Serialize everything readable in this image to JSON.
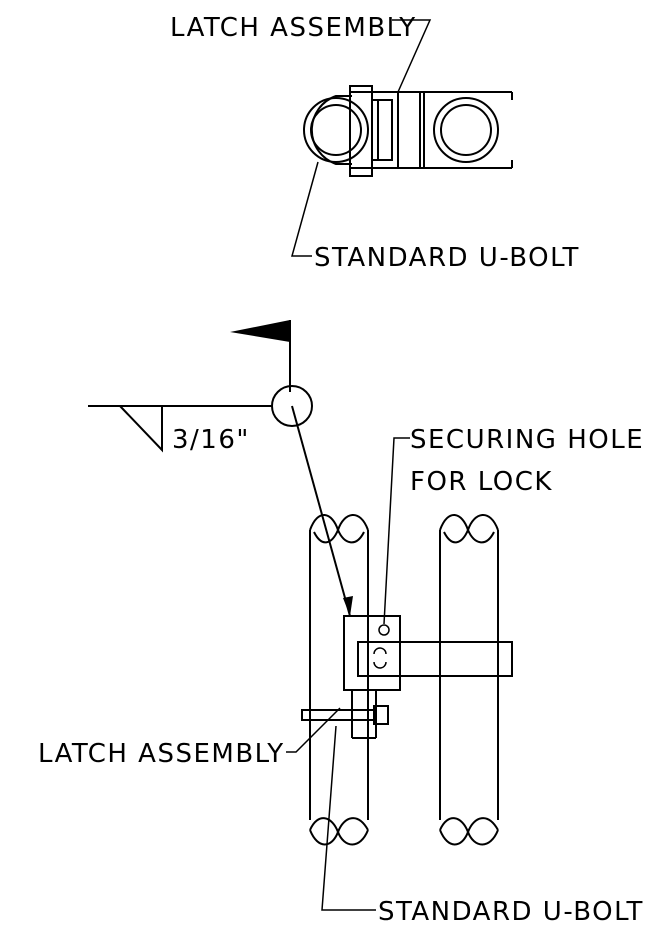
{
  "labels": {
    "top_latch": "LATCH ASSEMBLY",
    "top_ubolt": "STANDARD U-BOLT",
    "weld_size": "3/16\"",
    "securing_hole_line1": "SECURING HOLE",
    "securing_hole_line2": "FOR LOCK",
    "bottom_latch": "LATCH ASSEMBLY",
    "bottom_ubolt": "STANDARD U-BOLT"
  }
}
